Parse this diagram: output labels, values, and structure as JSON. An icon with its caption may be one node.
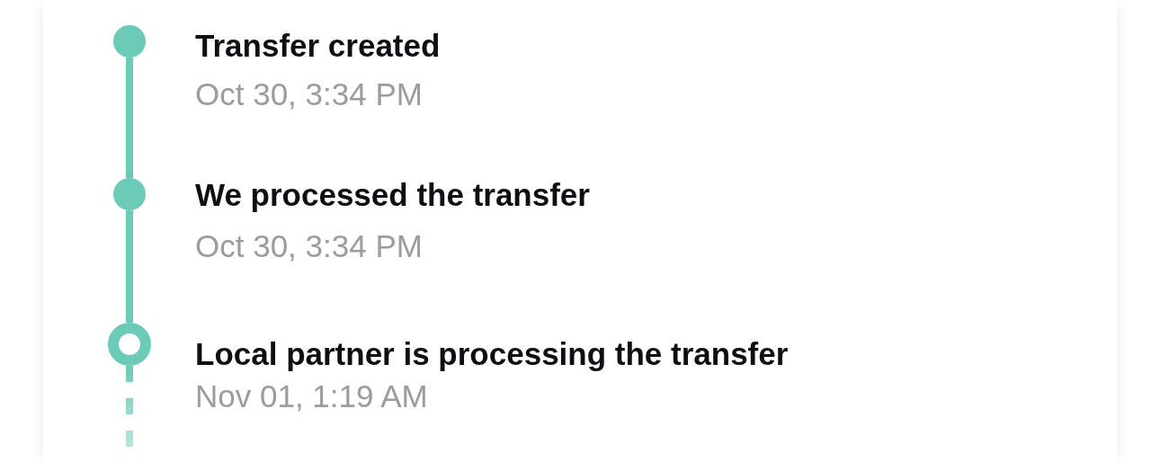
{
  "diagram": {
    "nodes": [
      {
        "text": [],
        "shape": "circle",
        "beside": [
          "Transfer created",
          "Oct 30, 3:34 PM"
        ]
      },
      {
        "text": [],
        "shape": "circle",
        "beside": [
          "We processed the transfer",
          "Oct 30, 3:34 PM"
        ]
      },
      {
        "text": [],
        "shape": "ring",
        "beside": [
          "Local partner is processing the transfer",
          "Nov 01, 1:19 AM"
        ]
      }
    ],
    "edges": [
      {
        "from": 0,
        "to": 1,
        "arrow": "none"
      },
      {
        "from": 1,
        "to": 2,
        "arrow": "none"
      },
      {
        "from": 2,
        "to": null,
        "arrow": "none",
        "style": "dashed"
      }
    ]
  }
}
